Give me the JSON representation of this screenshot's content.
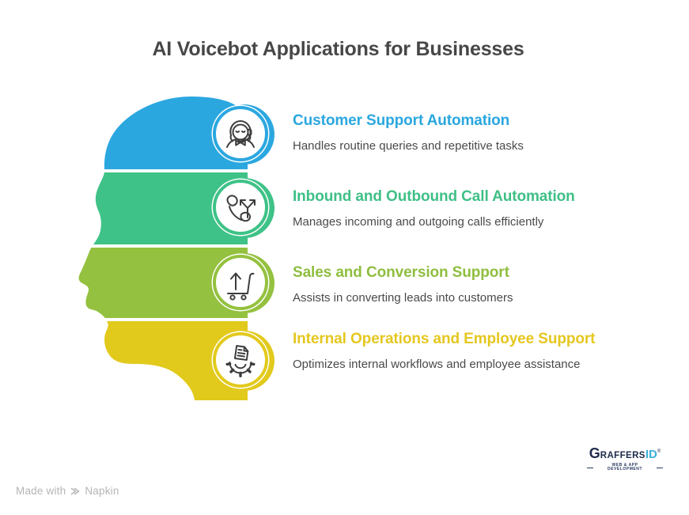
{
  "title": "AI Voicebot Applications for Businesses",
  "rows": [
    {
      "heading": "Customer Support Automation",
      "description": "Handles routine queries and repetitive tasks",
      "color": "#2AA7DF",
      "icon": "customer-support-agent-icon"
    },
    {
      "heading": "Inbound and Outbound Call Automation",
      "description": "Manages incoming and outgoing calls efficiently",
      "color": "#3FBF86",
      "icon": "call-routing-icon"
    },
    {
      "heading": "Sales and Conversion Support",
      "description": "Assists in converting leads into customers",
      "color": "#8FBE3F",
      "icon": "cart-up-arrow-icon"
    },
    {
      "heading": "Internal Operations and Employee Support",
      "description": "Optimizes internal workflows and employee assistance",
      "color": "#E5C71F",
      "icon": "gear-document-icon"
    }
  ],
  "head_bands": [
    {
      "color": "#2BA7E0"
    },
    {
      "color": "#3EC287"
    },
    {
      "color": "#94C13F"
    },
    {
      "color": "#E2CA1D"
    }
  ],
  "footer": {
    "made_with": "Made with",
    "napkin_label": "Napkin",
    "brand": {
      "wordmark_g": "G",
      "wordmark_raffers": "RAFFERS",
      "wordmark_id": "ID",
      "registered_mark": "®",
      "tagline": "WEB & APP DEVELOPMENT"
    }
  }
}
